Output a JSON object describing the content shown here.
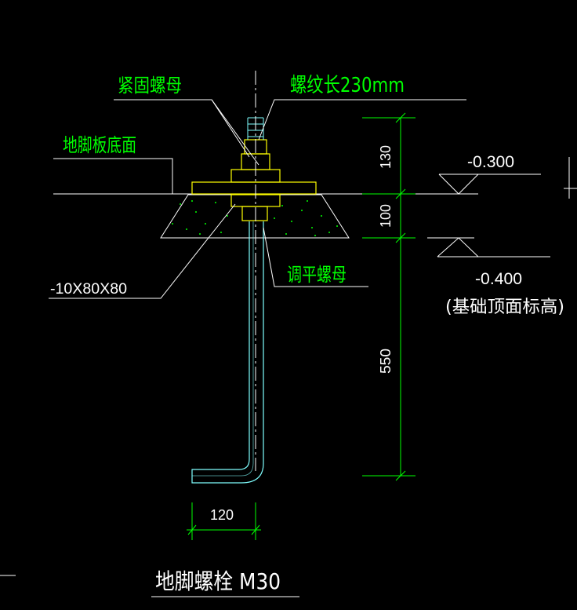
{
  "labels": {
    "tight_nut": "紧固螺母",
    "thread_length": "螺纹长230mm",
    "base_plate_bottom": "地脚板底面",
    "washer_plate": "-10X80X80",
    "leveling_nut": "调平螺母",
    "title": "地脚螺栓   M30"
  },
  "elevations": {
    "top": "-0.300",
    "bottom": "-0.400",
    "bottom_note": "(基础顶面标高)"
  },
  "dimensions": {
    "d1": "130",
    "d2": "100",
    "d3": "550",
    "hook": "120"
  },
  "colors": {
    "background": "#000000",
    "green": "#00ff00",
    "yellow": "#ffff00",
    "white": "#ffffff",
    "cyan": "#7fffff"
  }
}
